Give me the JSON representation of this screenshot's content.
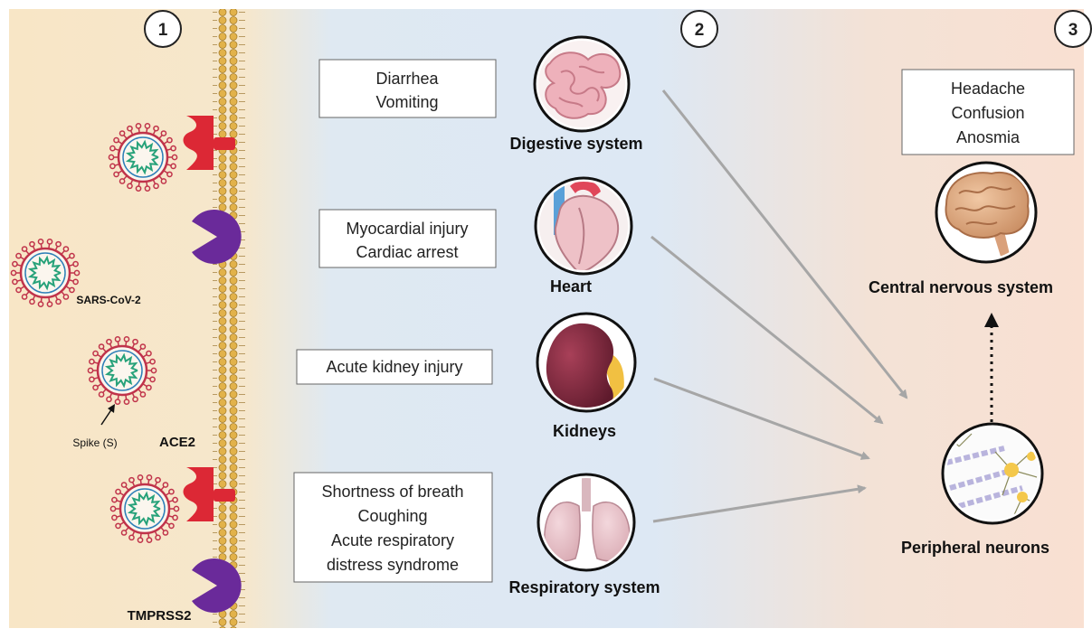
{
  "panels": {
    "p1": {
      "number": "1"
    },
    "p2": {
      "number": "2"
    },
    "p3": {
      "number": "3"
    }
  },
  "cell_labels": {
    "virus": "SARS-CoV-2",
    "spike": "Spike (S)",
    "ace2": "ACE2",
    "tmprss2": "TMPRSS2"
  },
  "organs": [
    {
      "name": "Digestive system",
      "symptoms": [
        "Diarrhea",
        "Vomiting"
      ]
    },
    {
      "name": "Heart",
      "symptoms": [
        "Myocardial injury",
        "Cardiac arrest"
      ]
    },
    {
      "name": "Kidneys",
      "symptoms": [
        "Acute kidney injury"
      ]
    },
    {
      "name": "Respiratory system",
      "symptoms": [
        "Shortness of breath",
        "Coughing",
        "Acute respiratory",
        "distress syndrome"
      ]
    }
  ],
  "nervous": {
    "central": {
      "name": "Central nervous system",
      "symptoms": [
        "Headache",
        "Confusion",
        "Anosmia"
      ]
    },
    "peripheral": {
      "name": "Peripheral neurons"
    }
  },
  "colors": {
    "panel1_bg": "#f8e6c6",
    "panel2_bg": "#dde8f4",
    "panel3_bg": "#f9e0d2",
    "virus_red": "#c0334a",
    "virus_green": "#27a27a",
    "ace2_red": "#dc2835",
    "tmprss2_purple": "#6a2a9a",
    "arrow_gray": "#a6a6a6"
  }
}
